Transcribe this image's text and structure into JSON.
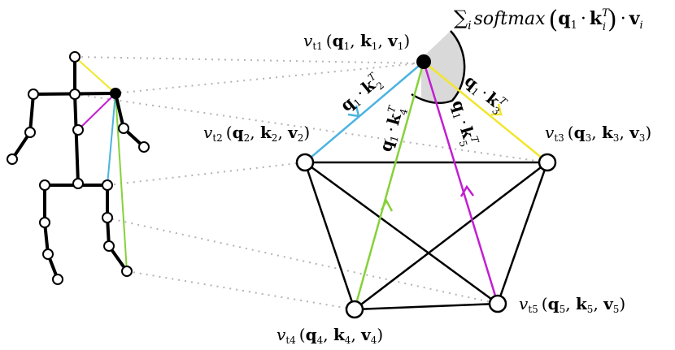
{
  "formula": {
    "sum": "∑",
    "sub_i": "i",
    "func": "softmax",
    "q": "q",
    "q_sub": "1",
    "dot": "·",
    "k": "k",
    "k_sub": "i",
    "k_sup": "T",
    "v": "v",
    "v_sub": "i"
  },
  "nodes": [
    {
      "id": "t1",
      "var": "v",
      "sub": "t1",
      "q": "q",
      "k": "k",
      "vv": "v",
      "n": "1"
    },
    {
      "id": "t2",
      "var": "v",
      "sub": "t2",
      "q": "q",
      "k": "k",
      "vv": "v",
      "n": "2"
    },
    {
      "id": "t3",
      "var": "v",
      "sub": "t3",
      "q": "q",
      "k": "k",
      "vv": "v",
      "n": "3"
    },
    {
      "id": "t4",
      "var": "v",
      "sub": "t4",
      "q": "q",
      "k": "k",
      "vv": "v",
      "n": "4"
    },
    {
      "id": "t5",
      "var": "v",
      "sub": "t5",
      "q": "q",
      "k": "k",
      "vv": "v",
      "n": "5"
    }
  ],
  "edge_labels": [
    {
      "to": "2",
      "q": "q",
      "q_sub": "1",
      "k": "k",
      "k_sub": "2",
      "k_sup": "T"
    },
    {
      "to": "3",
      "q": "q",
      "q_sub": "1",
      "k": "k",
      "k_sub": "3",
      "k_sup": "T"
    },
    {
      "to": "4",
      "q": "q",
      "q_sub": "1",
      "k": "k",
      "k_sub": "4",
      "k_sup": "T"
    },
    {
      "to": "5",
      "q": "q",
      "q_sub": "1",
      "k": "k",
      "k_sub": "5",
      "k_sup": "T"
    }
  ],
  "colors": {
    "t2": "#4bb3e0",
    "t3": "#f2e62c",
    "t4": "#86d13a",
    "t5": "#c21fd1",
    "dotted": "#b3b3b3",
    "shade": "#d9d9d9"
  }
}
